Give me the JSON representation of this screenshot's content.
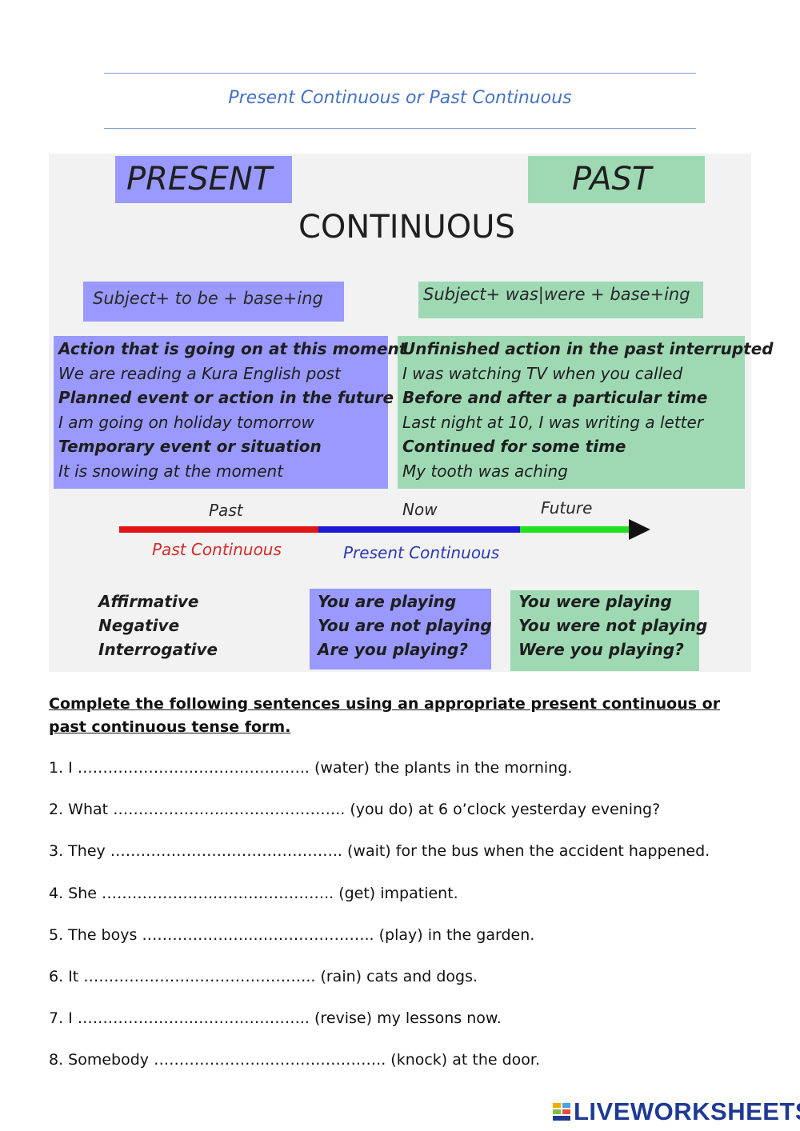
{
  "title": "Present Continuous or Past Continuous",
  "infographic": {
    "present_label": "PRESENT",
    "past_label": "PAST",
    "center_label": "CONTINUOUS",
    "present_formula": "Subject+ to be + base+ing",
    "past_formula": "Subject+ was|were + base+ing",
    "present_uses": [
      {
        "text": "Action that is going on at this moment",
        "bold": true
      },
      {
        "text": "We are reading a Kura English post",
        "bold": false
      },
      {
        "text": "Planned event or action in the future",
        "bold": true
      },
      {
        "text": "I am going on holiday tomorrow",
        "bold": false
      },
      {
        "text": "Temporary event or situation",
        "bold": true
      },
      {
        "text": "It is snowing at the moment",
        "bold": false
      }
    ],
    "past_uses": [
      {
        "text": "Unfinished action in the past interrupted",
        "bold": true
      },
      {
        "text": "I was watching TV when you called",
        "bold": false
      },
      {
        "text": "Before and after a particular time",
        "bold": true
      },
      {
        "text": "Last night at 10, I was writing a letter",
        "bold": false
      },
      {
        "text": "Continued for some time",
        "bold": true
      },
      {
        "text": "My tooth was aching",
        "bold": false
      }
    ],
    "timeline": {
      "past": "Past",
      "now": "Now",
      "future": "Future",
      "past_continuous": "Past Continuous",
      "present_continuous": "Present Continuous",
      "colors": {
        "past": "#e01414",
        "present": "#1a1ad6",
        "future": "#22e022",
        "arrow": "#111111"
      }
    },
    "forms_labels": [
      "Affirmative",
      "Negative",
      "Interrogative"
    ],
    "present_forms": [
      "You are  playing",
      "You are not playing",
      "Are you playing?"
    ],
    "past_forms": [
      "You were playing",
      "You were not playing",
      "Were you playing?"
    ],
    "colors": {
      "present_box": "#9999ff",
      "past_box": "#9ed9b4",
      "background": "#f2f2f2"
    }
  },
  "instruction": "Complete the following sentences using an appropriate present continuous or past continuous tense form.",
  "exercises": [
    "1. I …………………..………………….. (water) the plants in the morning.",
    "2. What …………………..………………….. (you do) at 6 o’clock yesterday evening?",
    "3. They …………………..………………….. (wait) for the bus when the accident happened.",
    "4. She …………………..………………….. (get) impatient.",
    "5. The boys …………………..………………….. (play) in the garden.",
    "6. It …………………..………………….. (rain) cats and dogs.",
    "7. I …………………..………………….. (revise) my lessons now.",
    "8. Somebody …………………..………………….. (knock) at the door."
  ],
  "logo": {
    "text": "LIVEWORKSHEETS",
    "icon": "liveworksheets-logo-icon"
  }
}
